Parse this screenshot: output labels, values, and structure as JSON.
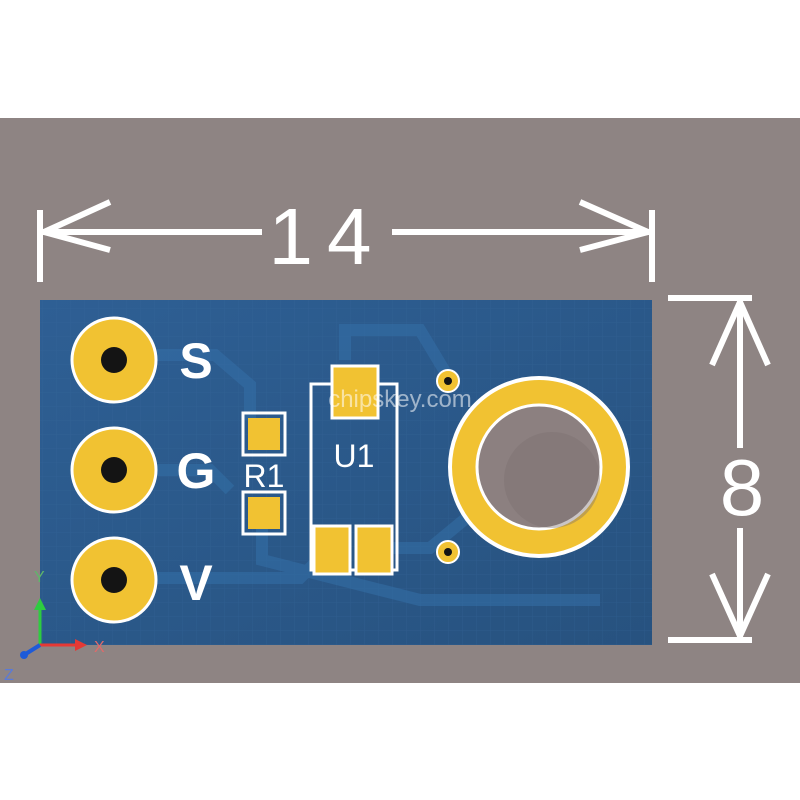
{
  "dimensions": {
    "width_label": "14",
    "height_label": "8"
  },
  "pins": [
    {
      "label": "S"
    },
    {
      "label": "G"
    },
    {
      "label": "V"
    }
  ],
  "components": {
    "resistor": "R1",
    "chip": "U1"
  },
  "watermark": "chipskey.com",
  "axes": {
    "x": "X",
    "y": "Y",
    "z": "Z"
  },
  "colors": {
    "background": "#8e8483",
    "board": "#2b5a8e",
    "gold": "#f1c232",
    "silkscreen": "#ffffff"
  }
}
